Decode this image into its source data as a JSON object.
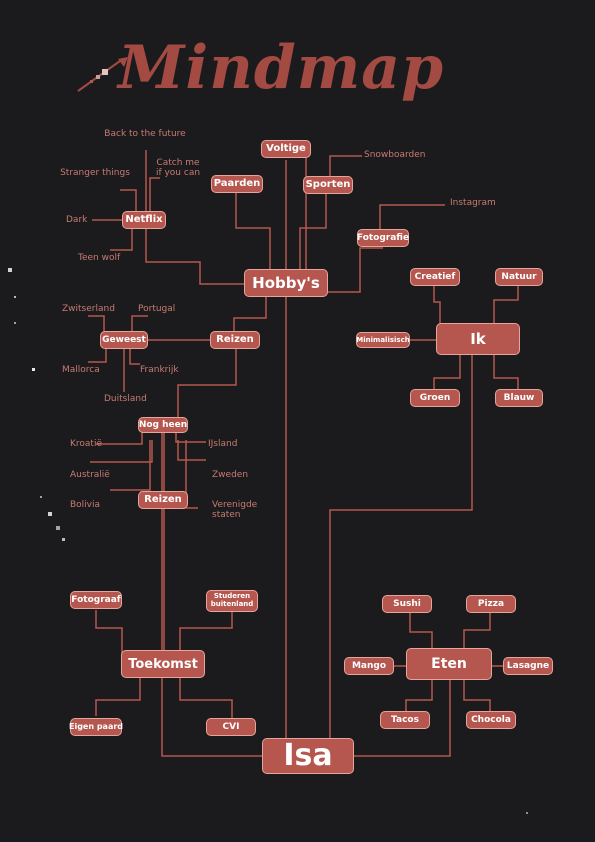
{
  "title": "Mindmap",
  "colors": {
    "background": "#1b1b1d",
    "node_fill": "#b5574f",
    "node_border": "#e6a59c",
    "line": "#b5574f",
    "leaf_text": "#c87a72",
    "title": "#a34a42"
  },
  "icons": [
    "arrow-icon"
  ],
  "center": "Isa",
  "hobbys": {
    "label": "Hobby's",
    "voltige": "Voltige",
    "paarden": "Paarden",
    "sporten": "Sporten",
    "snowboarden": "Snowboarden",
    "fotografie": "Fotografie",
    "instagram": "Instagram",
    "netflix": {
      "label": "Netflix",
      "back_to_the_future": "Back to the future",
      "stranger_things": "Stranger things",
      "catch_me_if_you_can": "Catch me\nif you can",
      "dark": "Dark",
      "teen_wolf": "Teen wolf"
    }
  },
  "reizen_top": {
    "label": "Reizen",
    "geweest": {
      "label": "Geweest",
      "zwitserland": "Zwitserland",
      "portugal": "Portugal",
      "mallorca": "Mallorca",
      "frankrijk": "Frankrijk",
      "duitsland": "Duitsland"
    }
  },
  "reizen_bottom": {
    "label": "Reizen",
    "nog_heen": {
      "label": "Nog heen",
      "kroatie": "Kroatië",
      "ijsland": "IJsland",
      "australie": "Australië",
      "zweden": "Zweden",
      "bolivia": "Bolivia",
      "verenigde_staten": "Verenigde\nstaten"
    }
  },
  "ik": {
    "label": "Ik",
    "creatief": "Creatief",
    "natuur": "Natuur",
    "minimalistisch": "Minimalisisch",
    "groen": "Groen",
    "blauw": "Blauw"
  },
  "toekomst": {
    "label": "Toekomst",
    "fotograaf": "Fotograaf",
    "studeren_buitenland": "Studeren\nbuitenland",
    "eigen_paard": "Eigen paard",
    "cvi": "CVI"
  },
  "eten": {
    "label": "Eten",
    "sushi": "Sushi",
    "pizza": "Pizza",
    "mango": "Mango",
    "lasagne": "Lasagne",
    "tacos": "Tacos",
    "chocola": "Chocola"
  }
}
